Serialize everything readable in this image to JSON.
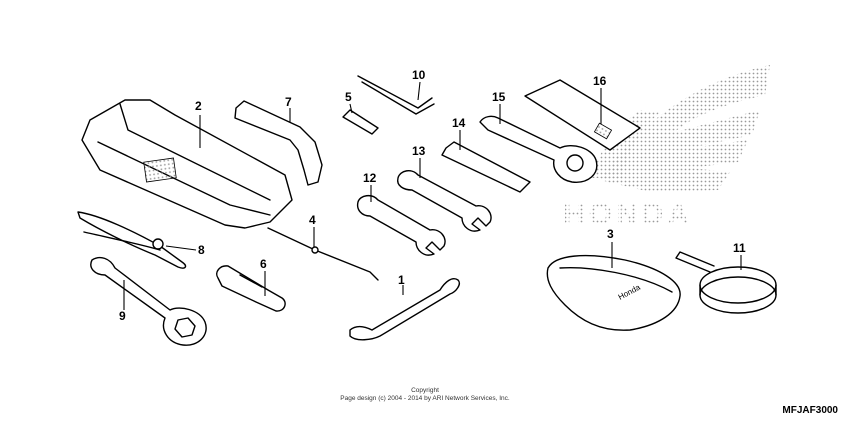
{
  "brand": {
    "logo_text": "HONDA",
    "accent_color": "#b0b0b0"
  },
  "tool_bag_print": "Honda",
  "callouts": [
    "1",
    "2",
    "3",
    "4",
    "5",
    "6",
    "7",
    "8",
    "9",
    "10",
    "11",
    "12",
    "13",
    "14",
    "15",
    "16"
  ],
  "footer": {
    "copyright_title": "Copyright",
    "copyright_line": "Page design (c) 2004 - 2014 by ARI Network Services, Inc.",
    "diagram_code": "MFJAF3000"
  }
}
